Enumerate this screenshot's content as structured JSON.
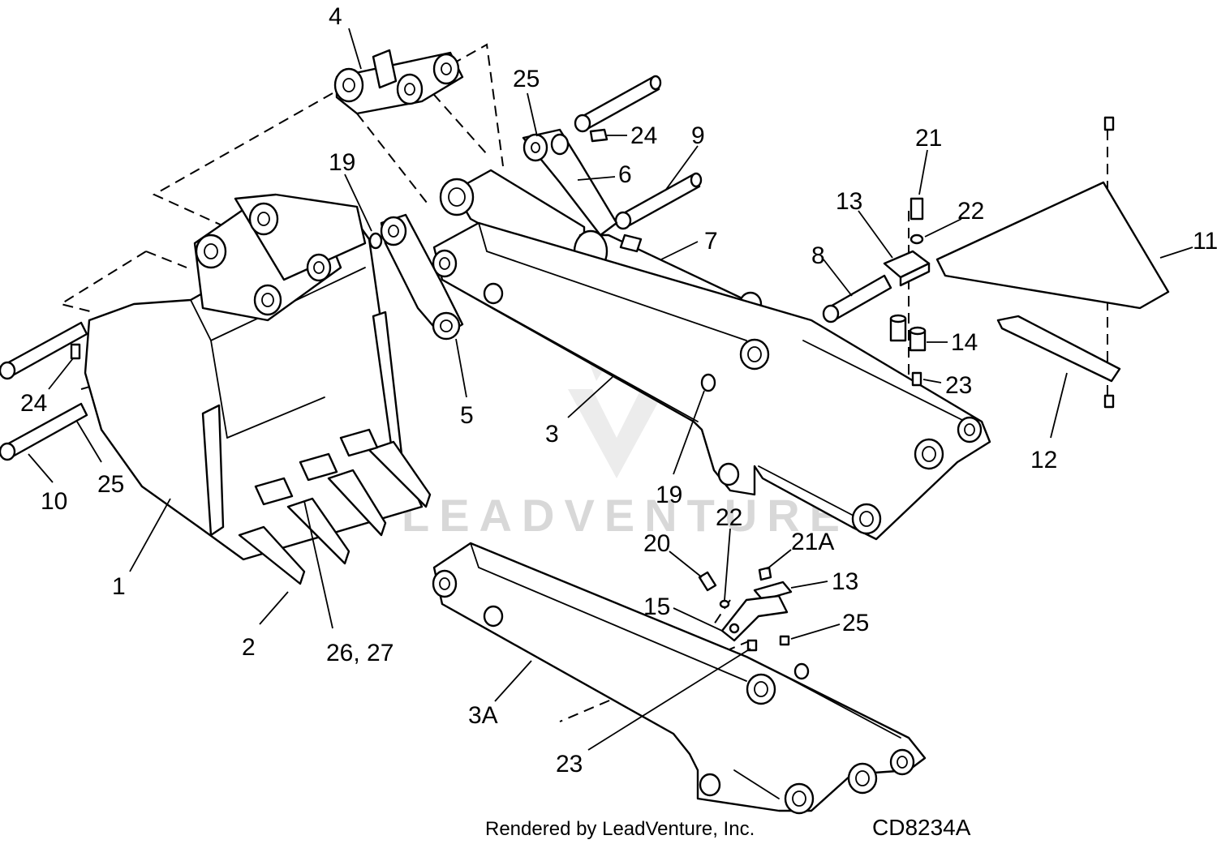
{
  "diagram": {
    "callouts": [
      {
        "id": "c4",
        "text": "4"
      },
      {
        "id": "c25a",
        "text": "25"
      },
      {
        "id": "c24a",
        "text": "24"
      },
      {
        "id": "c9",
        "text": "9"
      },
      {
        "id": "c19a",
        "text": "19"
      },
      {
        "id": "c6",
        "text": "6"
      },
      {
        "id": "c7",
        "text": "7"
      },
      {
        "id": "c21",
        "text": "21"
      },
      {
        "id": "c13a",
        "text": "13"
      },
      {
        "id": "c22a",
        "text": "22"
      },
      {
        "id": "c11",
        "text": "11"
      },
      {
        "id": "c8",
        "text": "8"
      },
      {
        "id": "c14",
        "text": "14"
      },
      {
        "id": "c23a",
        "text": "23"
      },
      {
        "id": "c24b",
        "text": "24"
      },
      {
        "id": "c25b",
        "text": "25"
      },
      {
        "id": "c10",
        "text": "10"
      },
      {
        "id": "c5",
        "text": "5"
      },
      {
        "id": "c3",
        "text": "3"
      },
      {
        "id": "c19b",
        "text": "19"
      },
      {
        "id": "c12",
        "text": "12"
      },
      {
        "id": "c1",
        "text": "1"
      },
      {
        "id": "c2",
        "text": "2"
      },
      {
        "id": "c2627",
        "text": "26, 27"
      },
      {
        "id": "c20",
        "text": "20"
      },
      {
        "id": "c22b",
        "text": "22"
      },
      {
        "id": "c21a",
        "text": "21A"
      },
      {
        "id": "c13b",
        "text": "13"
      },
      {
        "id": "c15",
        "text": "15"
      },
      {
        "id": "c25c",
        "text": "25"
      },
      {
        "id": "c3a",
        "text": "3A"
      },
      {
        "id": "c23b",
        "text": "23"
      }
    ],
    "footer": {
      "credit": "Rendered by LeadVenture, Inc.",
      "code": "CD8234A"
    },
    "watermark": "LEADVENTURE"
  }
}
